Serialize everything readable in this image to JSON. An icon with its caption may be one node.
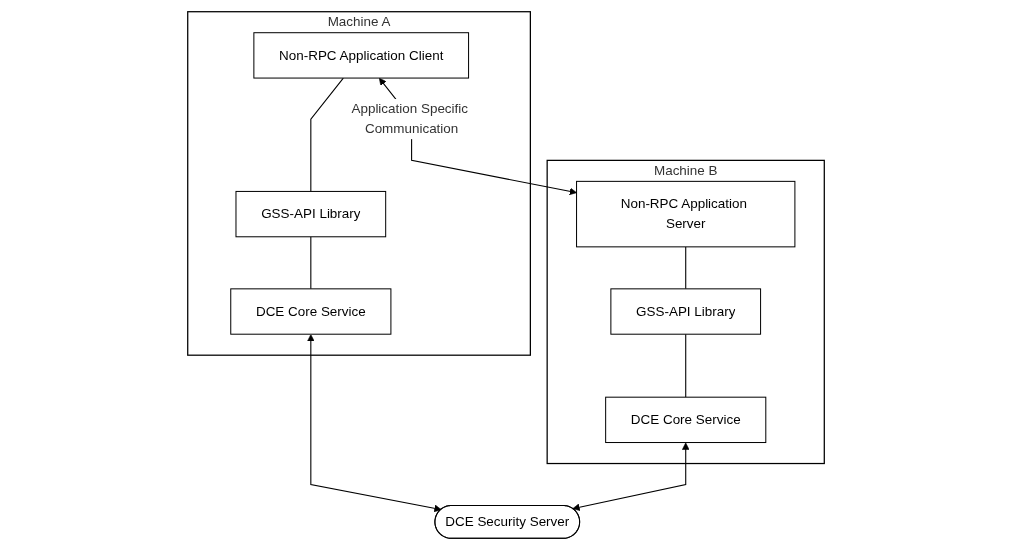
{
  "diagram": {
    "nodes": [
      {
        "text": [
          "Machine A"
        ]
      },
      {
        "text": [
          "Non-RPC Application Client"
        ],
        "in": 0
      },
      {
        "text": [
          "GSS-API Library"
        ],
        "in": 0
      },
      {
        "text": [
          "DCE Core Service"
        ],
        "in": 0
      },
      {
        "text": [
          "Machine B"
        ]
      },
      {
        "text": [
          "Non-RPC Application Server"
        ],
        "in": 4
      },
      {
        "text": [
          "GSS-API Library"
        ],
        "in": 4
      },
      {
        "text": [
          "DCE Core Service"
        ],
        "in": 4
      },
      {
        "text": [
          "DCE Security Server"
        ]
      }
    ],
    "edges": [
      {
        "from": 1,
        "to": 5,
        "arrow": "both",
        "label": "Application Specific Communication"
      },
      {
        "from": 1,
        "to": 2,
        "arrow": "none"
      },
      {
        "from": 2,
        "to": 3,
        "arrow": "none"
      },
      {
        "from": 5,
        "to": 6,
        "arrow": "none"
      },
      {
        "from": 6,
        "to": 7,
        "arrow": "none"
      },
      {
        "from": 3,
        "to": 8,
        "arrow": "both"
      },
      {
        "from": 7,
        "to": 8,
        "arrow": "both"
      }
    ]
  }
}
